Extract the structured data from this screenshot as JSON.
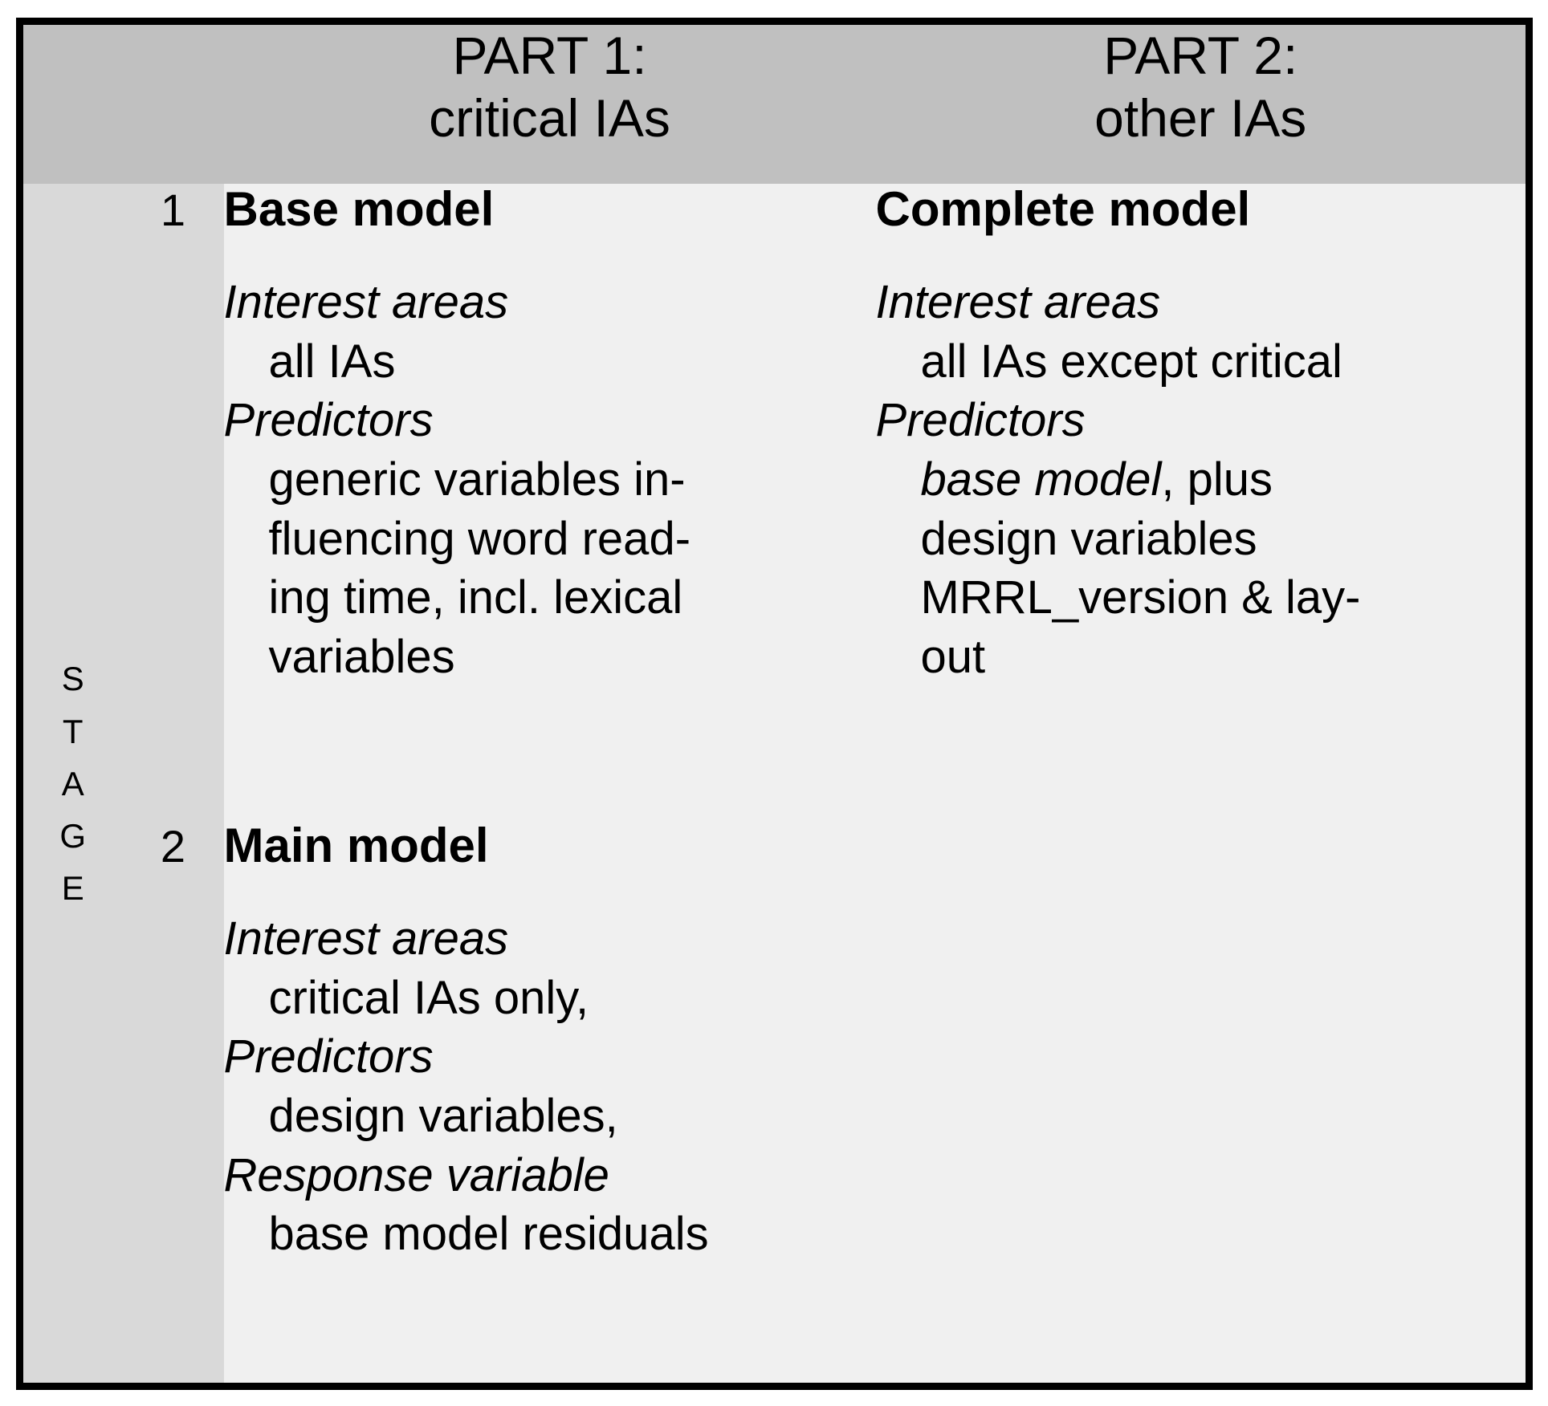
{
  "table": {
    "header": {
      "corner_blank": "",
      "columns": [
        {
          "line1": "PART 1:",
          "line2": "critical IAs"
        },
        {
          "line1": "PART 2:",
          "line2": "other IAs"
        }
      ]
    },
    "row_header_label": "STAGE",
    "row_header_letters": [
      "S",
      "T",
      "A",
      "G",
      "E"
    ],
    "rows": [
      {
        "stage_number": "1",
        "part1": {
          "model_title": "Base model",
          "fields": [
            {
              "label": "Interest areas",
              "value": "all IAs"
            },
            {
              "label": "Predictors",
              "value": "generic variables influencing word reading time, incl. lexical variables"
            }
          ]
        },
        "part2": {
          "model_title": "Complete model",
          "fields": [
            {
              "label": "Interest areas",
              "value": "all IAs except critical"
            },
            {
              "label": "Predictors",
              "value_italic": "base model",
              "value_rest": ", plus design variables MRRL_version & layout"
            }
          ]
        }
      },
      {
        "stage_number": "2",
        "part1": {
          "model_title": "Main model",
          "fields": [
            {
              "label": "Interest areas",
              "value": "critical IAs only,"
            },
            {
              "label": "Predictors",
              "value": "design variables,"
            },
            {
              "label": "Response variable",
              "value": "base model residuals"
            }
          ]
        },
        "part2": {
          "model_title": "",
          "fields": []
        }
      }
    ]
  },
  "colors": {
    "header_fill": "#c0c0c0",
    "stage_fill": "#d9d9d9",
    "cell_fill": "#f0f0f0",
    "border": "#000000",
    "text": "#000000"
  },
  "line_breaks": {
    "p1s1_predictors": [
      "generic variables in-",
      "fluencing word read-",
      "ing time, incl. lexical",
      "variables"
    ],
    "p2s1_predictors_rest": [
      ", plus",
      "design variables",
      "MRRL_version & lay-",
      "out"
    ]
  }
}
